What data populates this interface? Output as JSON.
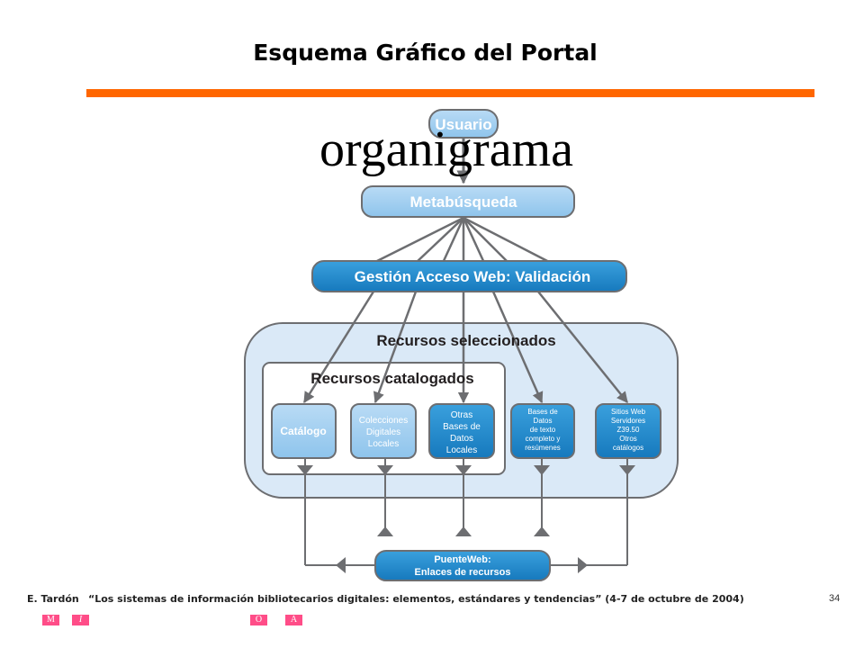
{
  "title": "Esquema Gráfico del Portal",
  "overlay_word": "organigrama",
  "colors": {
    "accent_rule": "#ff6600",
    "nav_button": "#ff4d88"
  },
  "diagram": {
    "usuario": "Usuario",
    "metabusqueda": "Metabúsqueda",
    "gestion": "Gestión Acceso Web: Validación",
    "recursos_seleccionados": "Recursos seleccionados",
    "recursos_catalogados": "Recursos catalogados",
    "catalogo": "Catálogo",
    "colecciones": [
      "Colecciones",
      "Digitales",
      "Locales"
    ],
    "otras_bases": [
      "Otras",
      "Bases de",
      "Datos",
      "Locales"
    ],
    "bases_texto": [
      "Bases de",
      "Datos",
      "de texto",
      "completo y",
      "resúmenes"
    ],
    "sitios_web": [
      "Sitios Web",
      "Servidores",
      "Z39.50",
      "Otros",
      "catálogos"
    ],
    "puenteweb": [
      "PuenteWeb:",
      "Enlaces de recursos"
    ]
  },
  "footer": {
    "author": "E. Tardón",
    "citation": "“Los sistemas de información bibliotecarios digitales: elementos, estándares y tendencias” (4-7 de octubre de 2004)",
    "page": "34"
  },
  "nav": {
    "m": "M",
    "i": "I",
    "o": "O",
    "a": "A"
  }
}
